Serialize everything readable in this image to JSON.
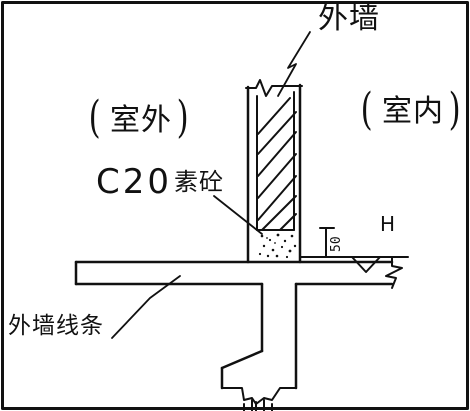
{
  "diagram": {
    "labels": {
      "exterior_wall": "外墙",
      "outdoor": "室外",
      "indoor": "室内",
      "paren_open": "(",
      "paren_close": ")",
      "concrete_grade": "C20",
      "plain_concrete": "素砼",
      "elevation_mark": "H",
      "dimension": "50",
      "wall_moulding": "外墙线条"
    },
    "colors": {
      "ink": "#111111",
      "background": "#ffffff"
    }
  }
}
